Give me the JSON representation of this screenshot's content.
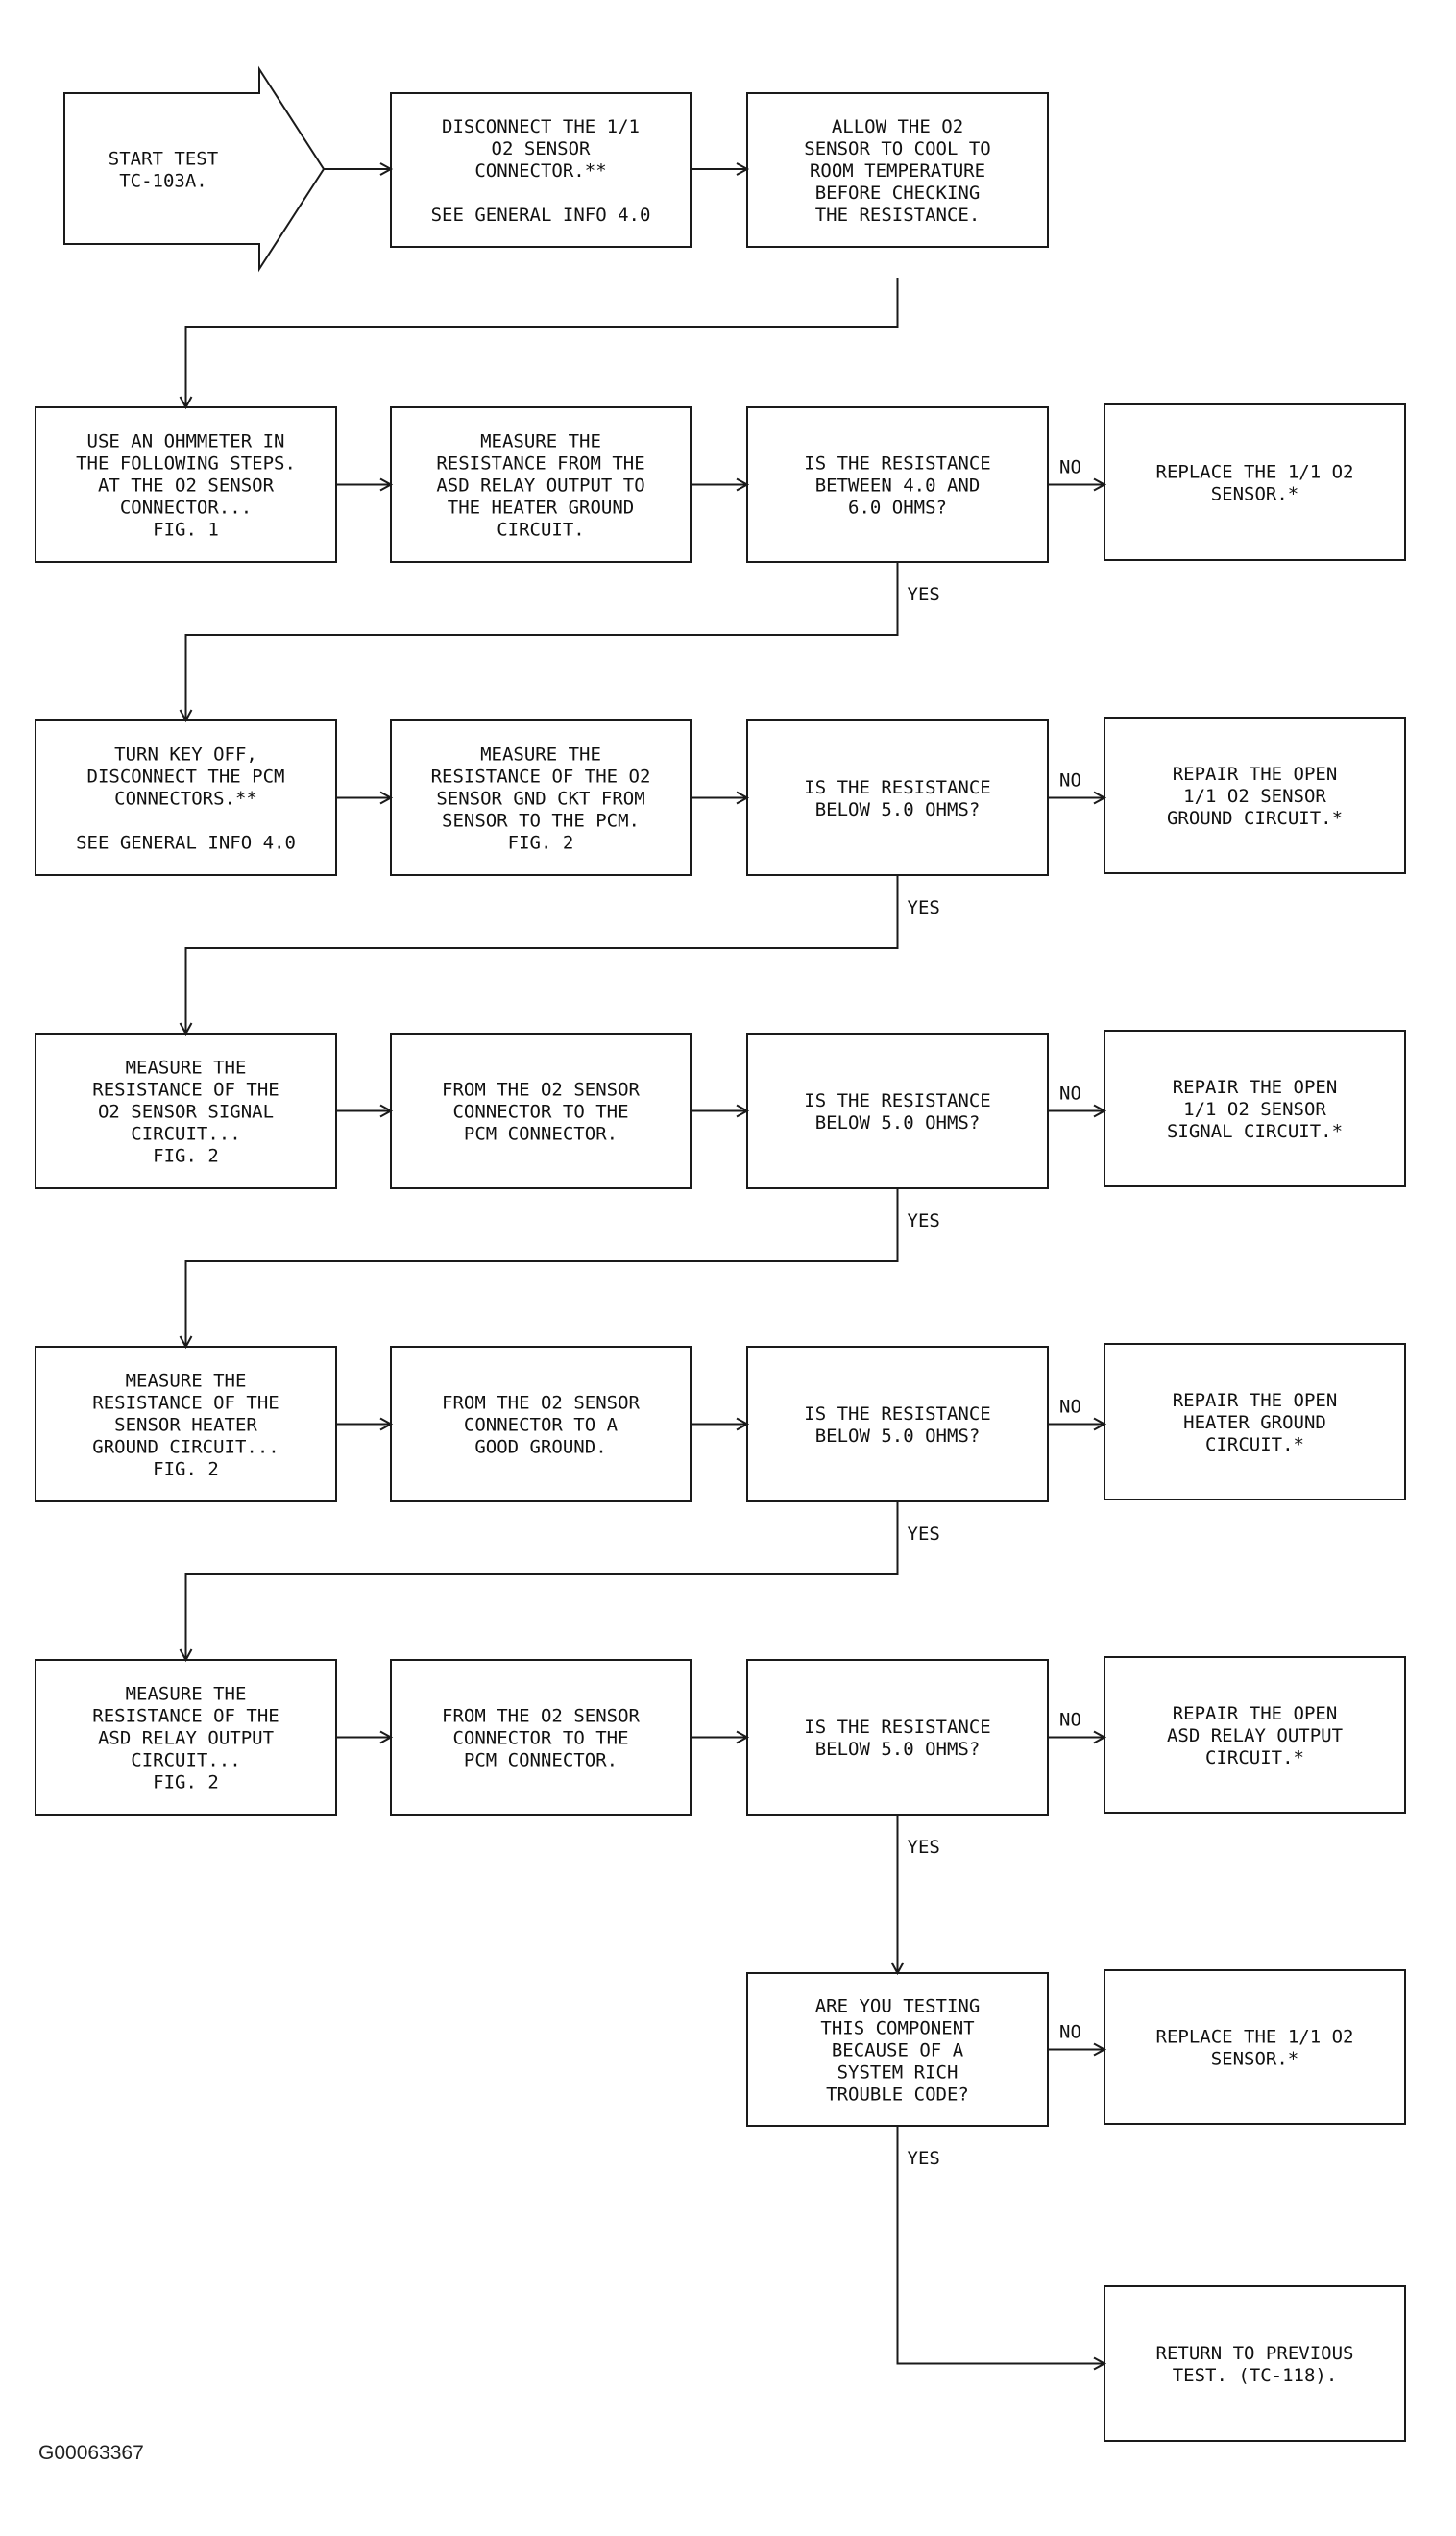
{
  "figure_id": "G00063367",
  "start": {
    "lines": [
      "START TEST",
      "TC-103A."
    ]
  },
  "row1": {
    "disconnect": {
      "lines": [
        "DISCONNECT THE 1/1",
        "O2 SENSOR",
        "CONNECTOR.**",
        "",
        "SEE GENERAL INFO 4.0"
      ]
    },
    "allow_cool": {
      "lines": [
        "ALLOW THE O2",
        "SENSOR TO COOL TO",
        "ROOM TEMPERATURE",
        "BEFORE CHECKING",
        "THE RESISTANCE."
      ]
    }
  },
  "row2": {
    "action": {
      "lines": [
        "USE AN OHMMETER IN",
        "THE FOLLOWING STEPS.",
        "AT THE O2 SENSOR",
        "CONNECTOR...",
        "FIG. 1"
      ]
    },
    "measure": {
      "lines": [
        "MEASURE THE",
        "RESISTANCE FROM THE",
        "ASD RELAY OUTPUT TO",
        "THE HEATER GROUND",
        "CIRCUIT."
      ]
    },
    "question": {
      "lines": [
        "IS THE RESISTANCE",
        "BETWEEN 4.0 AND",
        "6.0 OHMS?"
      ]
    },
    "no_result": {
      "lines": [
        "REPLACE THE 1/1 O2",
        "SENSOR.*"
      ]
    }
  },
  "row3": {
    "action": {
      "lines": [
        "TURN KEY OFF,",
        "DISCONNECT THE PCM",
        "CONNECTORS.**",
        "",
        "SEE GENERAL INFO 4.0"
      ]
    },
    "measure": {
      "lines": [
        "MEASURE THE",
        "RESISTANCE OF THE O2",
        "SENSOR GND CKT FROM",
        "SENSOR TO THE PCM.",
        "FIG. 2"
      ]
    },
    "question": {
      "lines": [
        "IS THE RESISTANCE",
        "BELOW 5.0 OHMS?"
      ]
    },
    "no_result": {
      "lines": [
        "REPAIR THE OPEN",
        "1/1 O2 SENSOR",
        "GROUND CIRCUIT.*"
      ]
    }
  },
  "row4": {
    "action": {
      "lines": [
        "MEASURE THE",
        "RESISTANCE OF THE",
        "O2 SENSOR SIGNAL",
        "CIRCUIT...",
        "FIG. 2"
      ]
    },
    "measure": {
      "lines": [
        "FROM THE O2 SENSOR",
        "CONNECTOR TO THE",
        "PCM CONNECTOR."
      ]
    },
    "question": {
      "lines": [
        "IS THE RESISTANCE",
        "BELOW 5.0 OHMS?"
      ]
    },
    "no_result": {
      "lines": [
        "REPAIR THE OPEN",
        "1/1 O2 SENSOR",
        "SIGNAL CIRCUIT.*"
      ]
    }
  },
  "row5": {
    "action": {
      "lines": [
        "MEASURE THE",
        "RESISTANCE OF THE",
        "SENSOR HEATER",
        "GROUND CIRCUIT...",
        "FIG. 2"
      ]
    },
    "measure": {
      "lines": [
        "FROM THE O2 SENSOR",
        "CONNECTOR TO A",
        "GOOD GROUND."
      ]
    },
    "question": {
      "lines": [
        "IS THE RESISTANCE",
        "BELOW 5.0 OHMS?"
      ]
    },
    "no_result": {
      "lines": [
        "REPAIR THE OPEN",
        "HEATER GROUND",
        "CIRCUIT.*"
      ]
    }
  },
  "row6": {
    "action": {
      "lines": [
        "MEASURE THE",
        "RESISTANCE OF THE",
        "ASD RELAY OUTPUT",
        "CIRCUIT...",
        "FIG. 2"
      ]
    },
    "measure": {
      "lines": [
        "FROM THE O2 SENSOR",
        "CONNECTOR TO THE",
        "PCM CONNECTOR."
      ]
    },
    "question": {
      "lines": [
        "IS THE RESISTANCE",
        "BELOW 5.0 OHMS?"
      ]
    },
    "no_result": {
      "lines": [
        "REPAIR THE OPEN",
        "ASD RELAY OUTPUT",
        "CIRCUIT.*"
      ]
    }
  },
  "row7": {
    "question": {
      "lines": [
        "ARE YOU TESTING",
        "THIS COMPONENT",
        "BECAUSE OF A",
        "SYSTEM RICH",
        "TROUBLE CODE?"
      ]
    },
    "no_result": {
      "lines": [
        "REPLACE THE 1/1 O2",
        "SENSOR.*"
      ]
    }
  },
  "end": {
    "lines": [
      "RETURN TO PREVIOUS",
      "TEST. (TC-118)."
    ]
  },
  "labels": {
    "yes": "YES",
    "no": "NO"
  }
}
